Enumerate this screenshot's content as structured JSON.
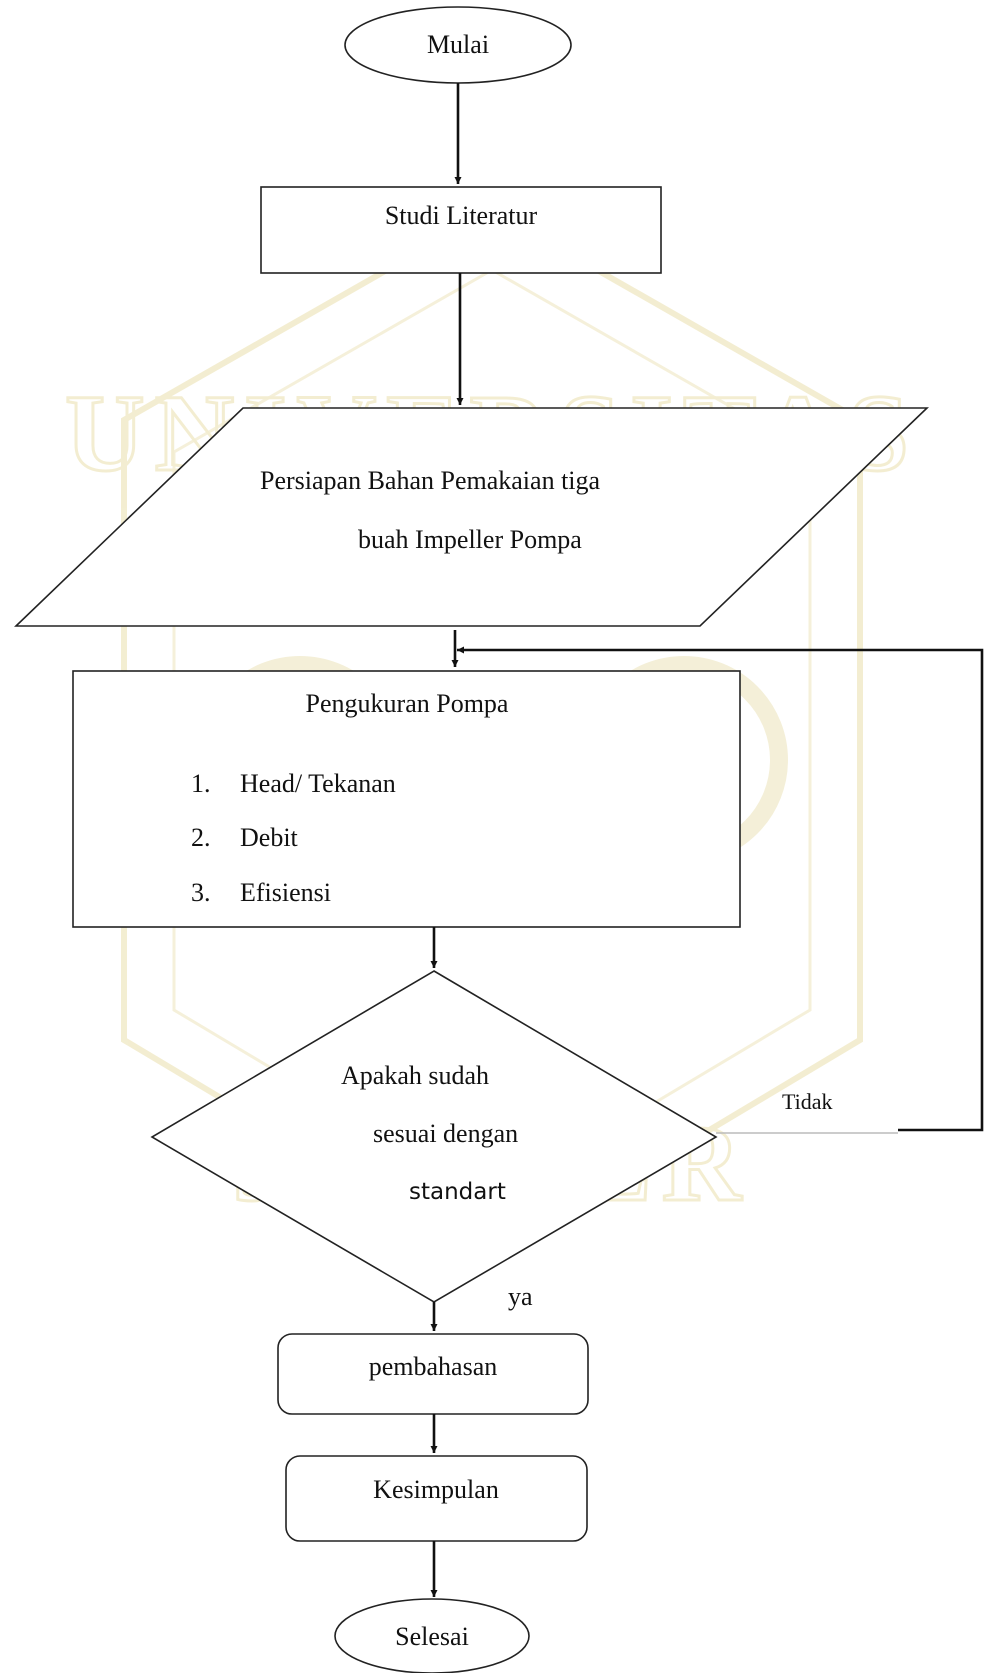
{
  "colors": {
    "line": "#111111",
    "shape_stroke": "#222222",
    "watermark": "#efe8c6"
  },
  "watermark": {
    "text_top": "UNIVERSITAS",
    "text_bottom": "JEMBER"
  },
  "nodes": {
    "start": "Mulai",
    "literature": "Studi Literatur",
    "prep_line1": "Persiapan Bahan Pemakaian tiga",
    "prep_line2": "buah Impeller Pompa",
    "measure_title": "Pengukuran Pompa",
    "measure_items": [
      {
        "num": "1.",
        "label": "Head/ Tekanan"
      },
      {
        "num": "2.",
        "label": "Debit"
      },
      {
        "num": "3.",
        "label": "Efisiensi"
      }
    ],
    "decision_line1": "Apakah sudah",
    "decision_line2": "sesuai dengan",
    "decision_line3": "standart",
    "no_label": "Tidak",
    "yes_label": "ya",
    "discussion": "pembahasan",
    "conclusion": "Kesimpulan",
    "end": "Selesai"
  }
}
